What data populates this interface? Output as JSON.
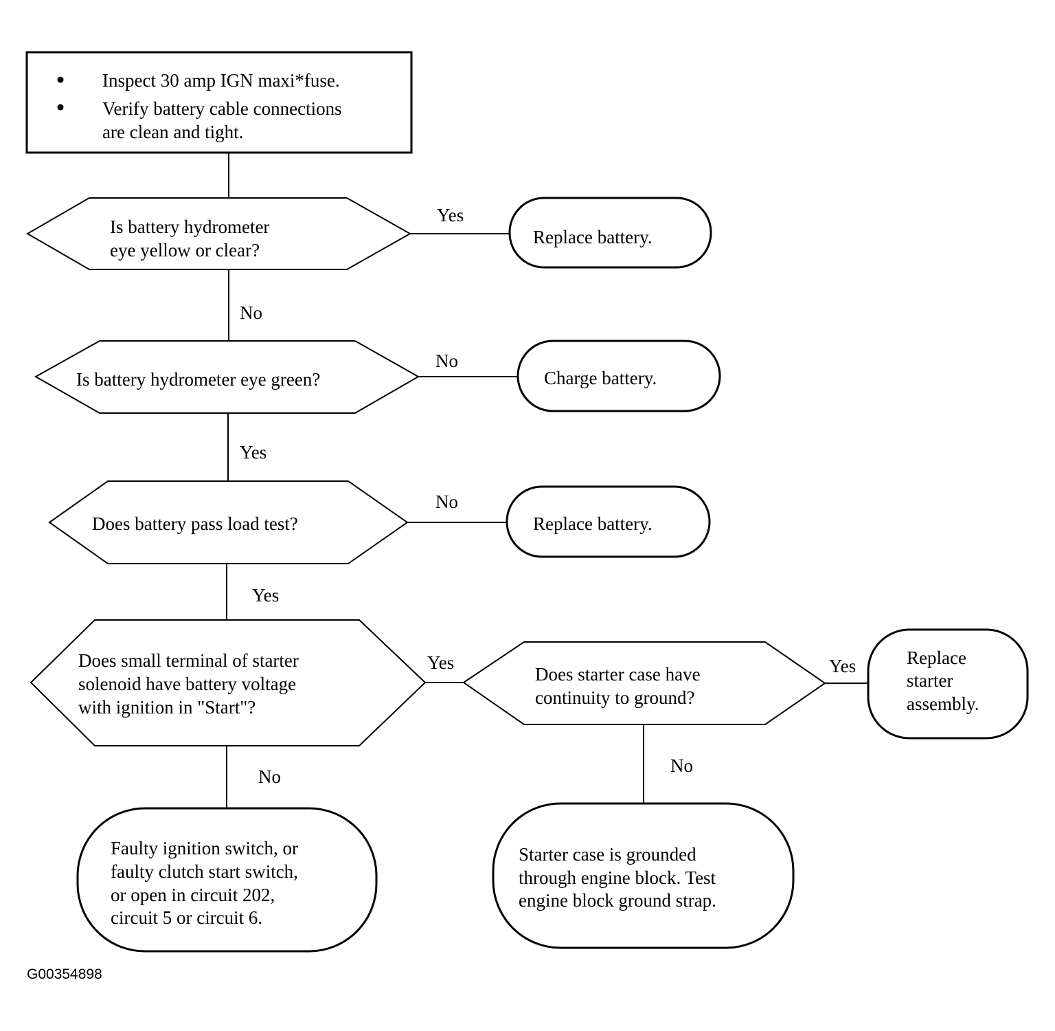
{
  "colors": {
    "line": "#000000",
    "background": "#ffffff"
  },
  "start": {
    "bullets": [
      [
        "Inspect 30 amp IGN maxi*fuse."
      ],
      [
        "Verify battery cable connections",
        "are clean and tight."
      ]
    ]
  },
  "decisions": {
    "hydrometer_yellow": [
      "Is battery hydrometer",
      "eye yellow or clear?"
    ],
    "hydrometer_green": [
      "Is battery hydrometer eye green?"
    ],
    "load_test": [
      "Does battery pass load test?"
    ],
    "solenoid_voltage": [
      "Does small terminal of starter",
      "solenoid have battery voltage",
      "with ignition in \"Start\"?"
    ],
    "case_ground": [
      "Does starter case have",
      "continuity to ground?"
    ]
  },
  "outcomes": {
    "replace_battery_1": [
      "Replace battery."
    ],
    "charge_battery": [
      "Charge battery."
    ],
    "replace_battery_2": [
      "Replace battery."
    ],
    "replace_starter": [
      "Replace",
      "starter",
      "assembly."
    ],
    "faulty_ignition": [
      "Faulty ignition switch, or",
      "faulty clutch start switch,",
      "or open in circuit 202,",
      "circuit 5 or circuit 6."
    ],
    "starter_grounded": [
      "Starter case is grounded",
      "through engine block. Test",
      "engine block ground strap."
    ]
  },
  "edge_labels": {
    "d1_yes": "Yes",
    "d1_no": "No",
    "d2_no": "No",
    "d2_yes": "Yes",
    "d3_no": "No",
    "d3_yes": "Yes",
    "d4_yes": "Yes",
    "d4_no": "No",
    "d5_yes": "Yes",
    "d5_no": "No"
  },
  "figure_id": "G00354898"
}
